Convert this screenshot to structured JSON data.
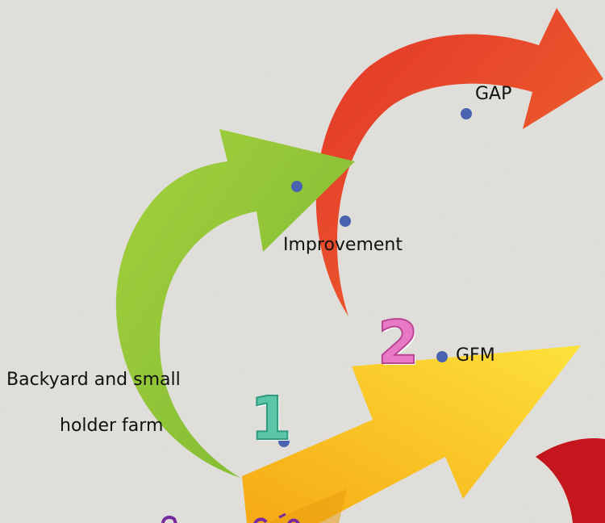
{
  "labels": {
    "gap": "GAP",
    "improvement": "Improvement",
    "gfm": "GFM",
    "backyard_line1": "Backyard and small",
    "backyard_line2": "holder farm"
  },
  "step_numbers": {
    "one": "1",
    "two": "2"
  },
  "colors": {
    "background": "#e4e2dd",
    "green_arrow": "#8dc63f",
    "red_arrow": "#e8482b",
    "yellow_arrow": "#f7c61c",
    "dot": "#4a63b0",
    "number_1": "#5cc6a8",
    "number_2": "#e879c4",
    "bottom_text": "#7a2aa0",
    "corner_shape": "#c4161c"
  }
}
